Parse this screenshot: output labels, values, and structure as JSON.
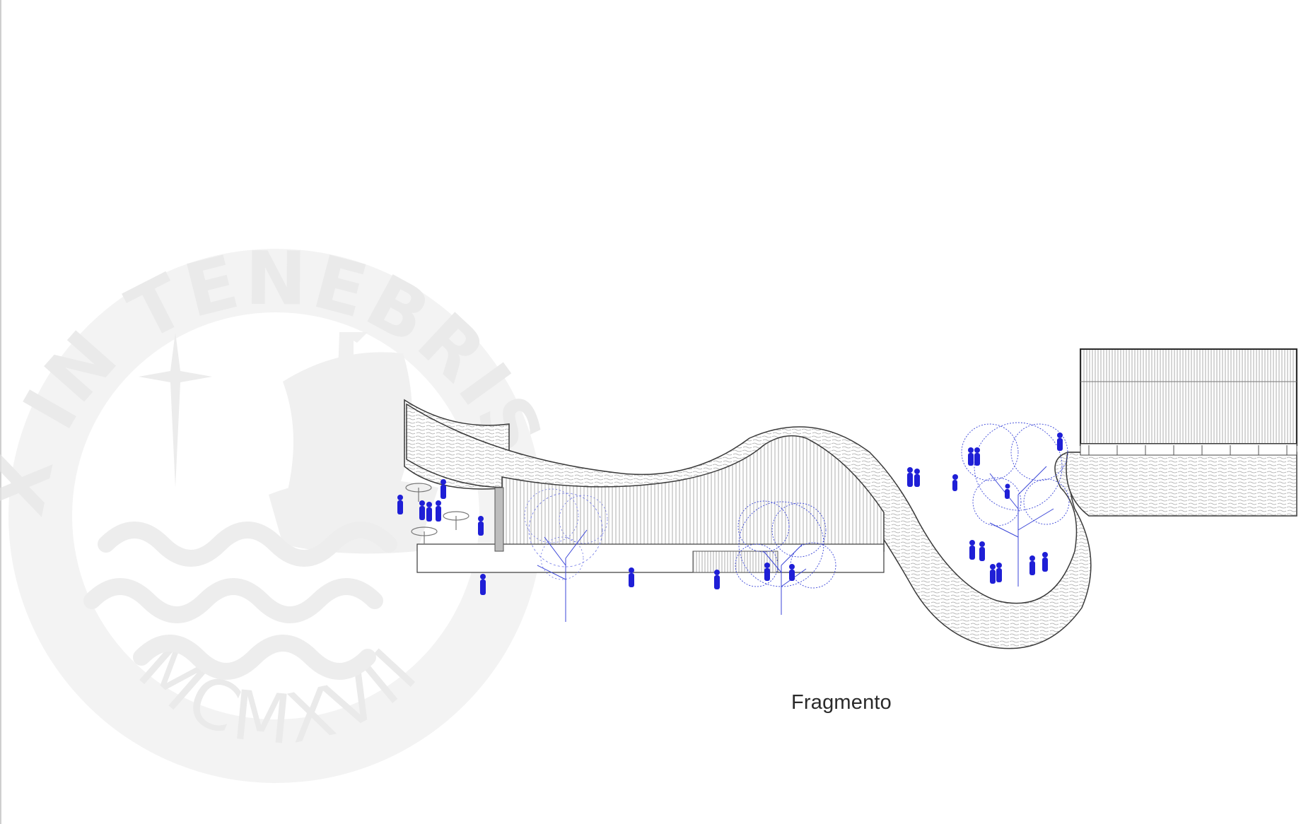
{
  "drawing": {
    "caption": "Fragmento",
    "colors": {
      "line": "#3a3a3a",
      "figure": "#1f1fd6",
      "tree": "#3b46d8",
      "watermark": "#e6e6e6",
      "paving": "#9a9a9a"
    }
  },
  "watermark": {
    "motto": "ET LUX IN TENEBRIS LUCET",
    "year": "MCMXVII",
    "icons": [
      "star-icon",
      "ship-icon",
      "waves-icon"
    ]
  }
}
